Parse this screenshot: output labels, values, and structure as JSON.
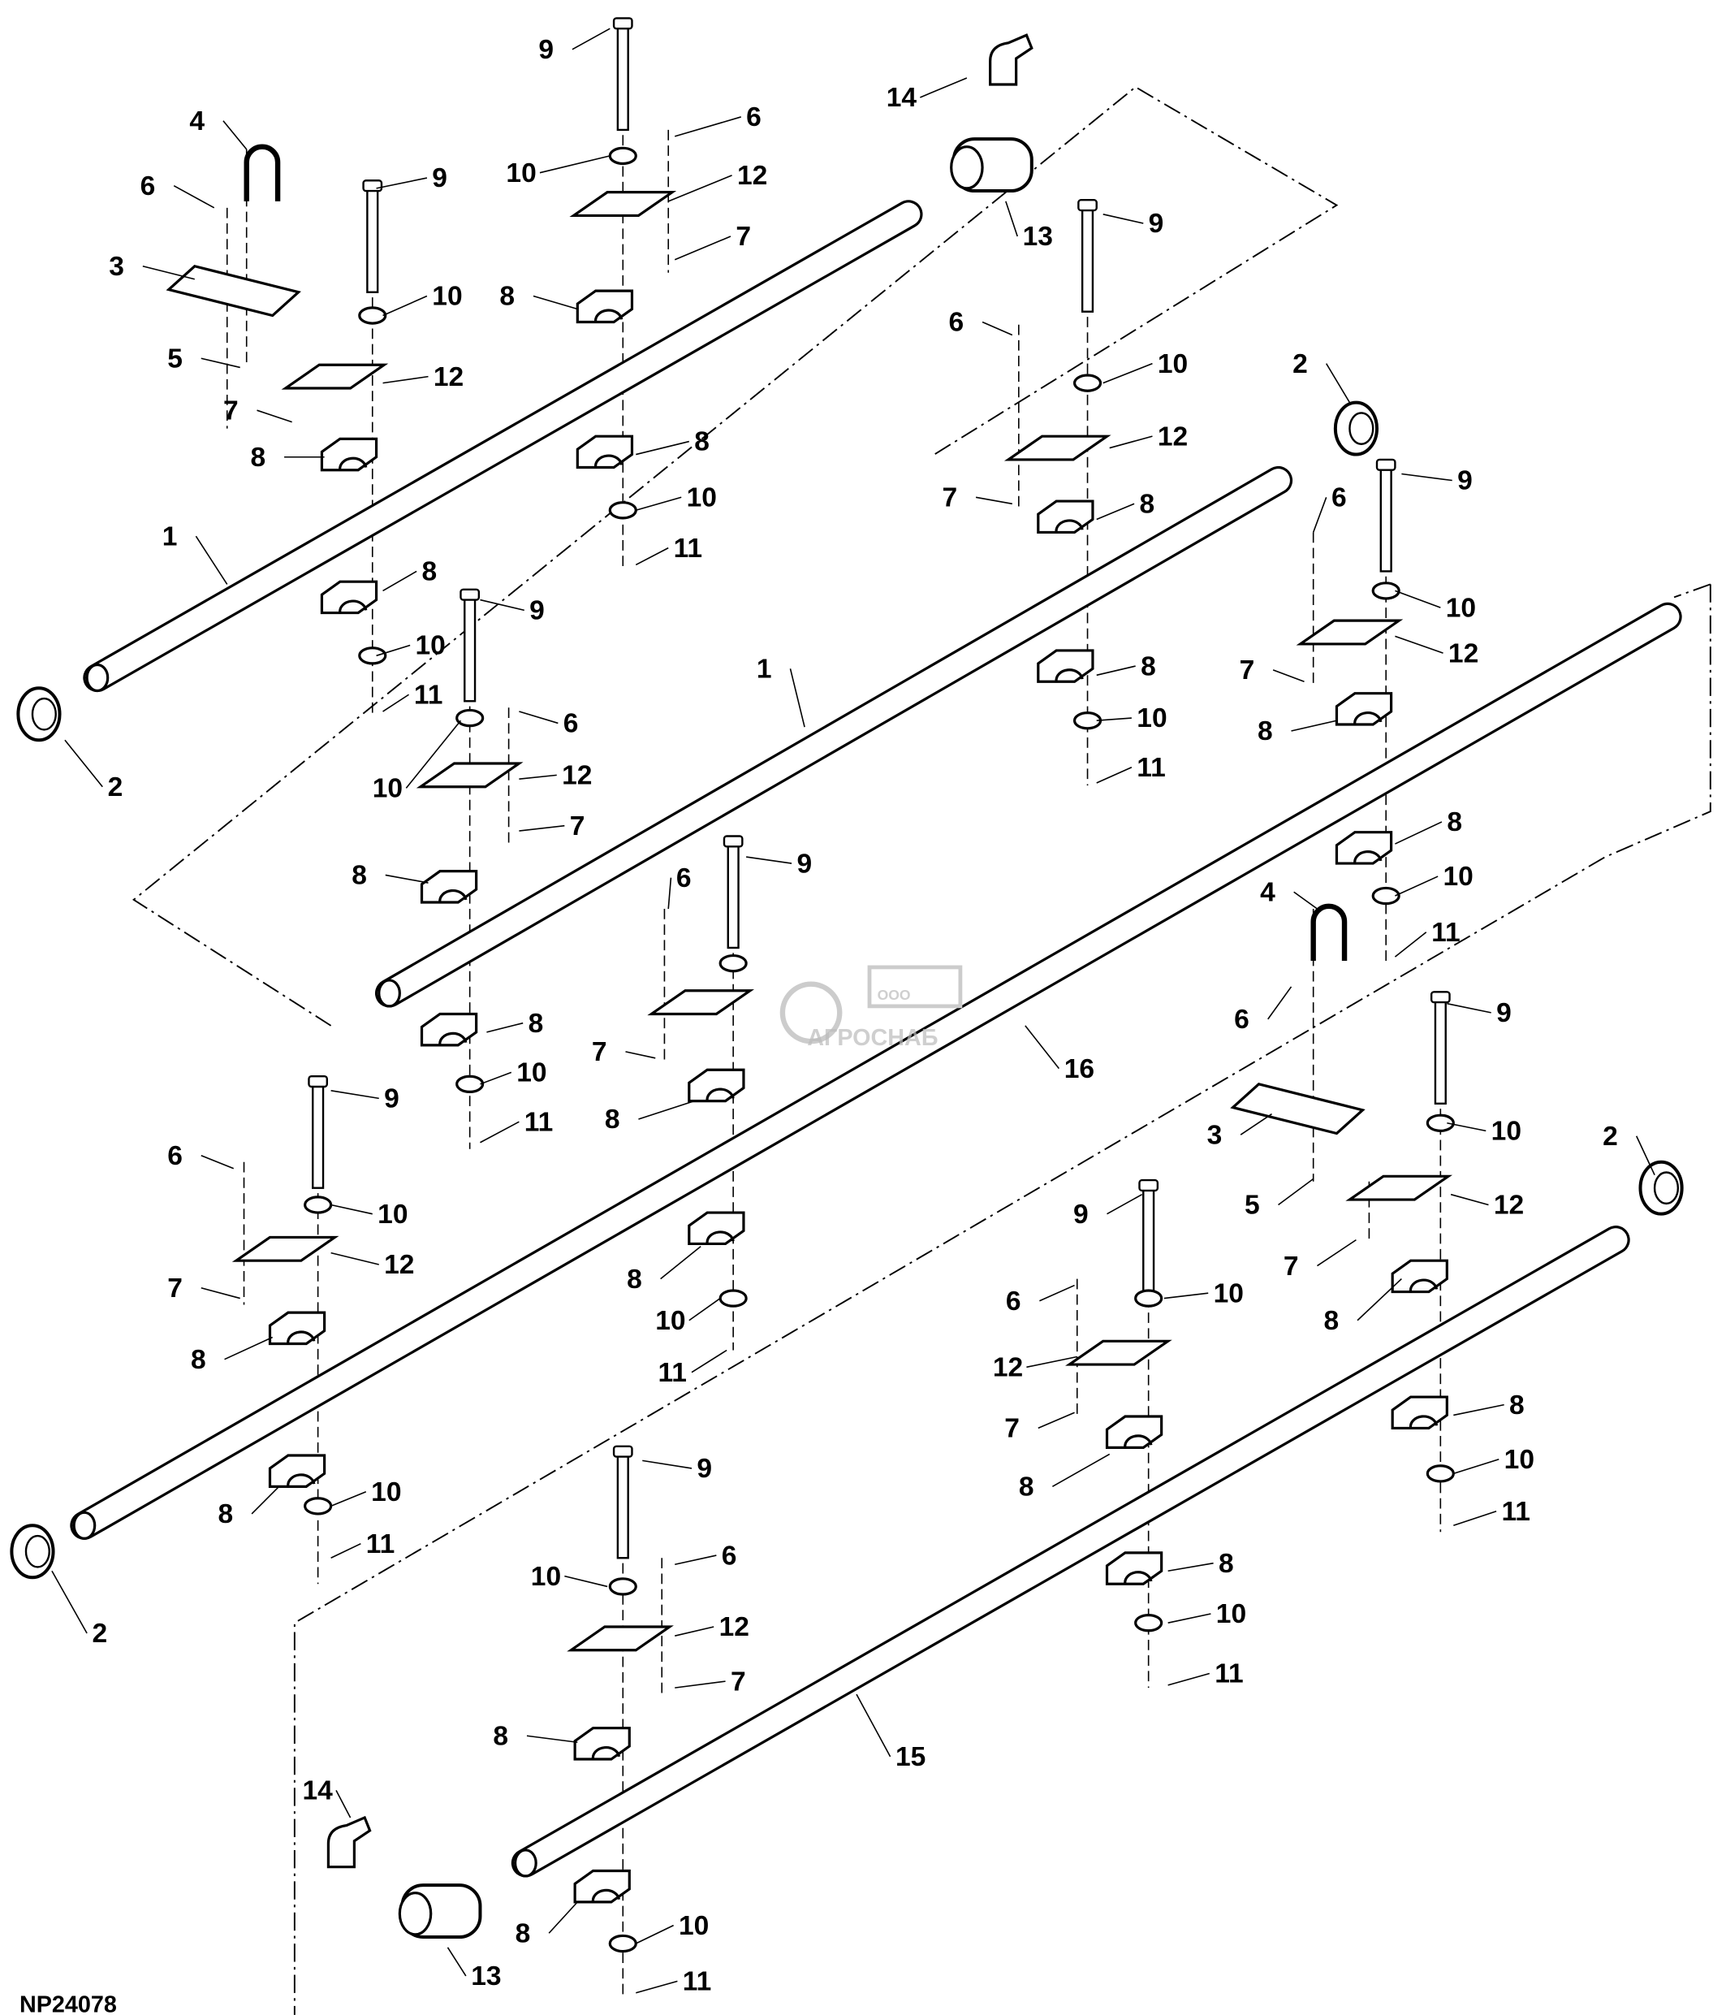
{
  "figure_code": "NP24078",
  "watermark": {
    "small": "ООО",
    "name": "АГРОСНАБ"
  },
  "callouts": [
    "9",
    "14",
    "4",
    "6",
    "10",
    "12",
    "6",
    "9",
    "13",
    "9",
    "3",
    "7",
    "10",
    "8",
    "6",
    "5",
    "12",
    "10",
    "2",
    "7",
    "8",
    "8",
    "12",
    "9",
    "7",
    "8",
    "6",
    "10",
    "1",
    "11",
    "8",
    "10",
    "9",
    "10",
    "12",
    "7",
    "1",
    "8",
    "11",
    "8",
    "6",
    "10",
    "10",
    "12",
    "11",
    "2",
    "7",
    "8",
    "9",
    "8",
    "10",
    "6",
    "4",
    "11",
    "9",
    "6",
    "8",
    "7",
    "16",
    "10",
    "8",
    "11",
    "9",
    "3",
    "10",
    "6",
    "2",
    "5",
    "12",
    "10",
    "9",
    "12",
    "7",
    "8",
    "10",
    "6",
    "7",
    "8",
    "10",
    "8",
    "12",
    "11",
    "8",
    "7",
    "8",
    "10",
    "9",
    "10",
    "8",
    "11",
    "11",
    "6",
    "8",
    "10",
    "10",
    "12",
    "2",
    "11",
    "7",
    "8",
    "15",
    "14",
    "8",
    "10",
    "13",
    "11"
  ]
}
